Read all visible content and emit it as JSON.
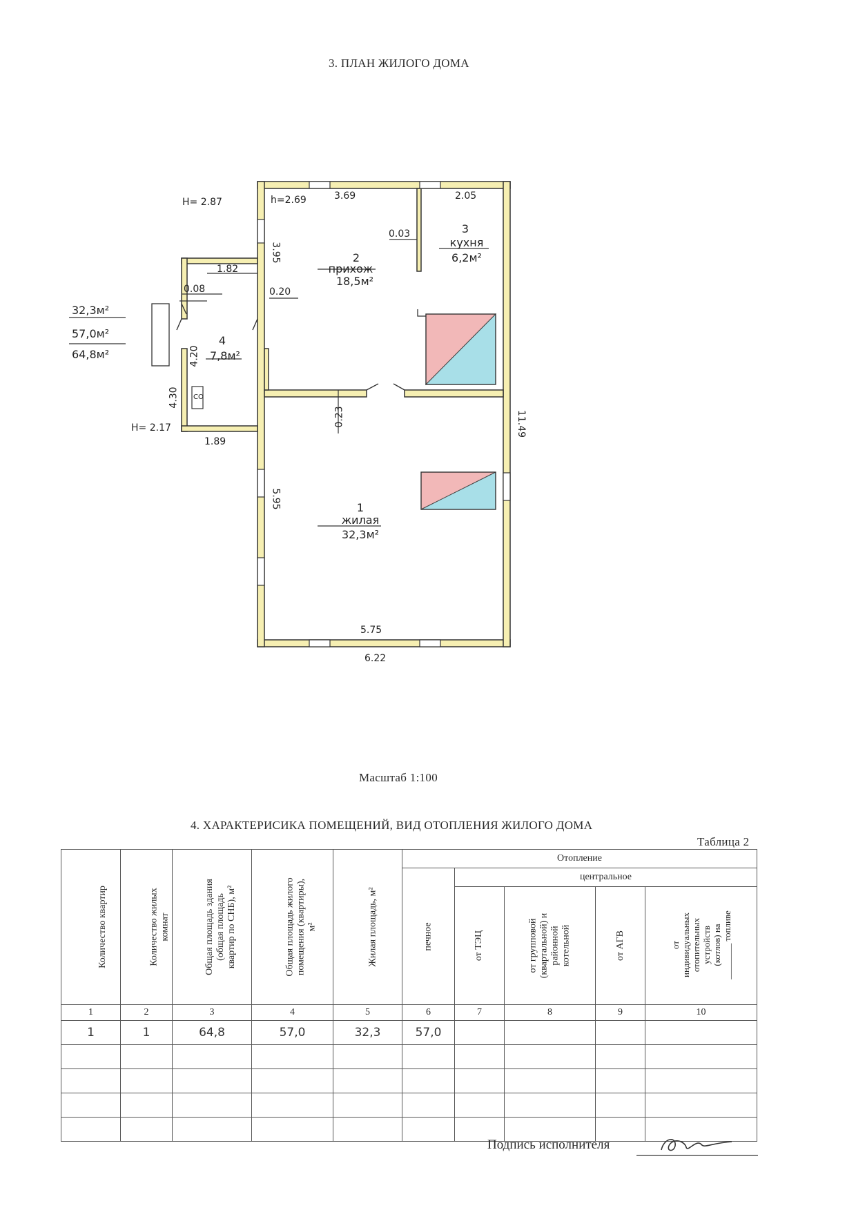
{
  "plan": {
    "title": "3. ПЛАН ЖИЛОГО ДОМА",
    "scale": "Масштаб 1:100",
    "labels": {
      "H_top": "H= 2.87",
      "h_top": "h=2.69",
      "dim_top": "3.69",
      "dim_kitchen_top": "2.05",
      "dim_003": "0.03",
      "dim_182": "1.82",
      "dim_395": "3.95",
      "dim_008": "0.08",
      "dim_020": "0.20",
      "dim_420": "4.20",
      "dim_430": "4.30",
      "dim_023": "0.23",
      "H_bottom": "H= 2.17",
      "dim_189": "1.89",
      "dim_595": "5.95",
      "dim_1149": "11.49",
      "dim_575": "5.75",
      "dim_622": "6.22",
      "so": "СО"
    },
    "rooms": [
      {
        "num": "1",
        "name": "жилая",
        "area": "32,3м²"
      },
      {
        "num": "2",
        "name": "прихож",
        "area": "18,5м²"
      },
      {
        "num": "3",
        "name": "кухня",
        "area": "6,2м²"
      },
      {
        "num": "4",
        "name": "",
        "area": "7,8м²"
      }
    ],
    "totals": [
      "32,3м²",
      "57,0м²",
      "64,8м²"
    ]
  },
  "section4": {
    "title": "4. ХАРАКТЕРИСИКА ПОМЕЩЕНИЙ, ВИД ОТОПЛЕНИЯ ЖИЛОГО ДОМА",
    "table_label": "Таблица 2",
    "headers": {
      "c1": "Количество квартир",
      "c2a": "Количество жилых",
      "c2b": "комнат",
      "c3a": "Общая площадь здания",
      "c3b": "(общая площадь",
      "c3c": "квартир по СНБ), м²",
      "c4a": "Общая площадь жилого",
      "c4b": "помещения (квартиры),",
      "c4c": "м²",
      "c5": "Жилая площадь, м²",
      "heating": "Отопление",
      "central": "центральное",
      "c6": "печное",
      "c7": "от ТЭЦ",
      "c8a": "от групповой",
      "c8b": "(квартальной) и",
      "c8c": "районной",
      "c8d": "котельной",
      "c9": "от АГВ",
      "c10a": "от",
      "c10b": "индивидуальных",
      "c10c": "отопительных",
      "c10d": "устройств",
      "c10e": "(котлов)  на",
      "c10f": "________ топливе"
    },
    "numbers": [
      "1",
      "2",
      "3",
      "4",
      "5",
      "6",
      "7",
      "8",
      "9",
      "10"
    ],
    "values": [
      "1",
      "1",
      "64,8",
      "57,0",
      "32,3",
      "57,0",
      "",
      "",
      "",
      ""
    ]
  },
  "signature_label": "Подпись исполнителя"
}
